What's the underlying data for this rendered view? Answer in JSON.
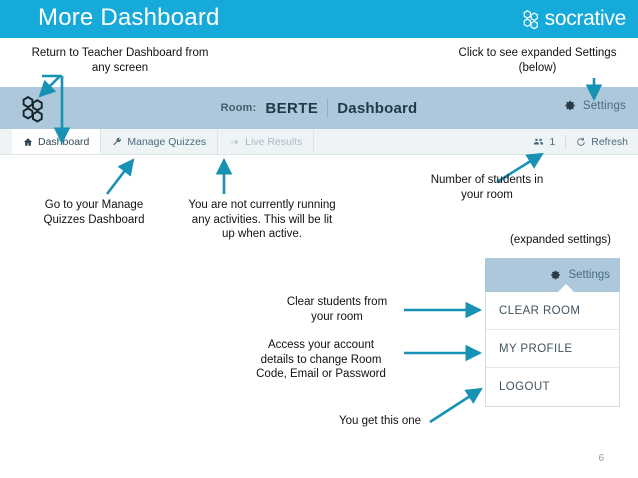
{
  "slide": {
    "title": "More Dashboard",
    "brand": "socrative",
    "brand_icon": "hexagon-cluster-icon",
    "page_number": "6"
  },
  "appbar": {
    "logo_icon": "socrative-hexagon-logo",
    "room_label": "Room:",
    "room_code": "BERTE",
    "page_name": "Dashboard",
    "settings_label": "Settings",
    "settings_icon": "gear-icon"
  },
  "navbar": {
    "tabs": [
      {
        "label": "Dashboard",
        "icon": "home-icon",
        "state": "active"
      },
      {
        "label": "Manage Quizzes",
        "icon": "wrench-icon",
        "state": "default"
      },
      {
        "label": "Live Results",
        "icon": "arrow-right-icon",
        "state": "disabled"
      }
    ],
    "student_count": "1",
    "student_icon": "students-icon",
    "refresh_label": "Refresh",
    "refresh_icon": "refresh-icon"
  },
  "expanded_settings": {
    "caption": "(expanded settings)",
    "header_label": "Settings",
    "header_icon": "gear-icon",
    "items": [
      {
        "label": "CLEAR ROOM"
      },
      {
        "label": "MY PROFILE"
      },
      {
        "label": "LOGOUT"
      }
    ]
  },
  "annotations": {
    "return_dashboard": "Return to Teacher Dashboard from\nany screen",
    "click_settings": "Click to see expanded Settings\n(below)",
    "manage_quizzes": "Go to your Manage\nQuizzes Dashboard",
    "live_results": "You are not currently running\nany activities. This will be lit\nup when active.",
    "student_count": "Number of students in\nyour room",
    "clear_room": "Clear students from\nyour room",
    "my_profile": "Access your account\ndetails to change Room\nCode, Email or Password",
    "logout": "You get this one"
  },
  "colors": {
    "title_bar": "#16aada",
    "app_bar": "#acc8da",
    "nav_bar": "#eef3f6",
    "arrow": "#1792b5",
    "text": "#111111"
  }
}
